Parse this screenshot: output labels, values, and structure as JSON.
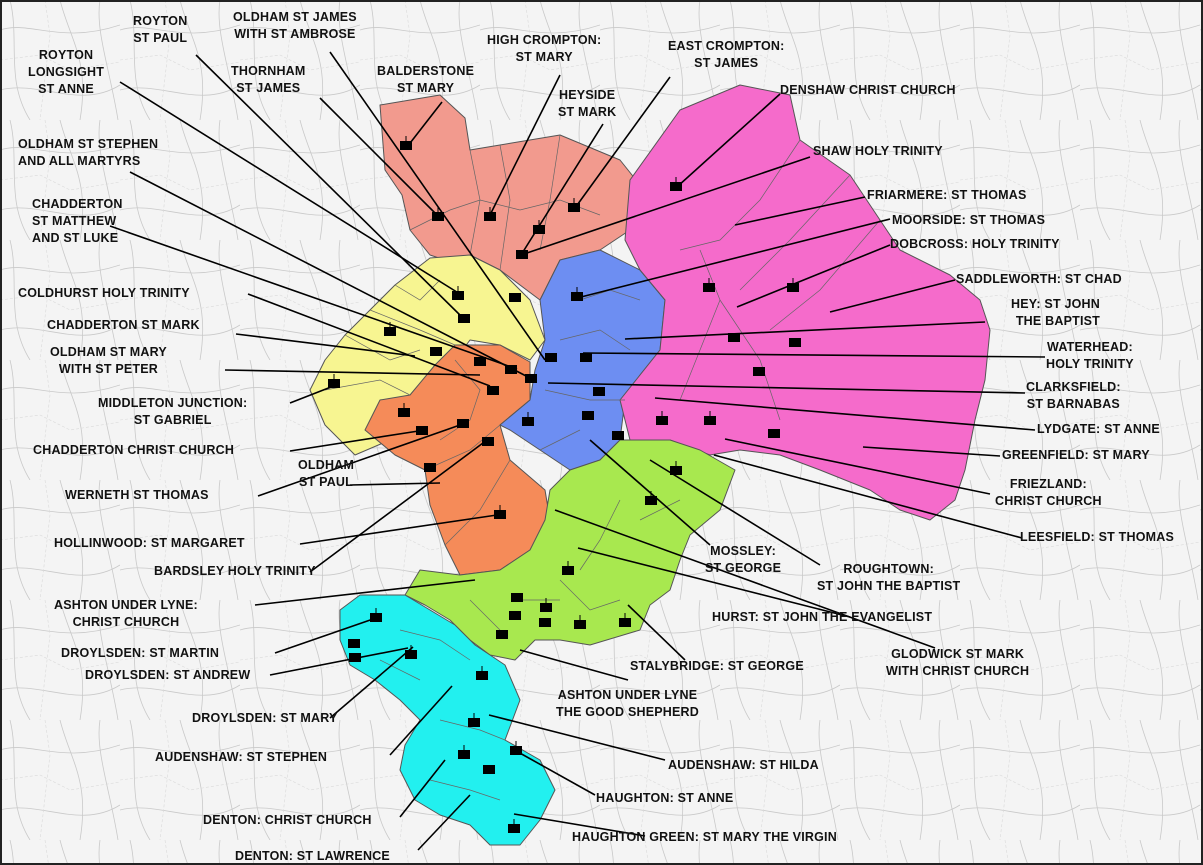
{
  "region_colors": {
    "north": "#f29a8e",
    "west_yellow": "#f7f591",
    "centre_orange": "#f58b59",
    "centre_blue": "#6d8ef2",
    "east_pink": "#f56bcb",
    "south_green": "#a8e84f",
    "south_cyan": "#22f0ef",
    "church_marker": "#000000"
  },
  "labels": {
    "royton_st_paul": [
      "ROYTON",
      "ST PAUL"
    ],
    "oldham_st_james": [
      "OLDHAM ST JAMES",
      "WITH ST AMBROSE"
    ],
    "high_crompton": [
      "HIGH CROMPTON:",
      "ST MARY"
    ],
    "east_crompton": [
      "EAST CROMPTON:",
      "ST JAMES"
    ],
    "royton_longsight": [
      "ROYTON",
      "LONGSIGHT",
      "ST ANNE"
    ],
    "thornham": [
      "THORNHAM",
      "ST JAMES"
    ],
    "balderstone": [
      "BALDERSTONE",
      "ST MARY"
    ],
    "heyside": [
      "HEYSIDE",
      "ST MARK"
    ],
    "denshaw": [
      "DENSHAW CHRIST CHURCH"
    ],
    "oldham_st_stephen": [
      "OLDHAM ST STEPHEN",
      "AND ALL MARTYRS"
    ],
    "shaw": [
      "SHAW HOLY TRINITY"
    ],
    "friarmere": [
      "FRIARMERE: ST THOMAS"
    ],
    "chadderton_st_matthew": [
      "CHADDERTON",
      "ST MATTHEW",
      "AND ST LUKE"
    ],
    "moorside": [
      "MOORSIDE: ST THOMAS"
    ],
    "dobcross": [
      "DOBCROSS: HOLY TRINITY"
    ],
    "saddleworth": [
      "SADDLEWORTH: ST CHAD"
    ],
    "coldhurst": [
      "COLDHURST HOLY TRINITY"
    ],
    "hey": [
      "HEY: ST JOHN",
      "THE BAPTIST"
    ],
    "chadderton_st_mark": [
      "CHADDERTON ST MARK"
    ],
    "waterhead": [
      "WATERHEAD:",
      "HOLY TRINITY"
    ],
    "oldham_st_mary": [
      "OLDHAM ST MARY",
      "WITH ST PETER"
    ],
    "clarksfield": [
      "CLARKSFIELD:",
      "ST BARNABAS"
    ],
    "middleton_junction": [
      "MIDDLETON JUNCTION:",
      "ST GABRIEL"
    ],
    "lydgate": [
      "LYDGATE: ST ANNE"
    ],
    "chadderton_christ_church": [
      "CHADDERTON CHRIST CHURCH"
    ],
    "greenfield": [
      "GREENFIELD: ST MARY"
    ],
    "oldham_st_paul": [
      "OLDHAM",
      "ST PAUL"
    ],
    "werneth": [
      "WERNETH  ST THOMAS"
    ],
    "friezland": [
      "FRIEZLAND:",
      "CHRIST CHURCH"
    ],
    "hollinwood": [
      "HOLLINWOOD: ST MARGARET"
    ],
    "leesfield": [
      "LEESFIELD: ST THOMAS"
    ],
    "mossley": [
      "MOSSLEY:",
      "ST GEORGE"
    ],
    "roughtown": [
      "ROUGHTOWN:",
      "ST JOHN THE BAPTIST"
    ],
    "bardsley": [
      "BARDSLEY HOLY TRINITY"
    ],
    "ashton_christ_church": [
      "ASHTON UNDER LYNE:",
      "CHRIST CHURCH"
    ],
    "hurst": [
      "HURST: ST JOHN THE EVANGELIST"
    ],
    "droylsden_st_martin": [
      "DROYLSDEN: ST MARTIN"
    ],
    "glodwick": [
      "GLODWICK ST MARK",
      "WITH CHRIST CHURCH"
    ],
    "droylsden_st_andrew": [
      "DROYLSDEN: ST ANDREW"
    ],
    "stalybridge": [
      "STALYBRIDGE: ST GEORGE"
    ],
    "ashton_good_shepherd": [
      "ASHTON UNDER LYNE",
      "THE GOOD SHEPHERD"
    ],
    "droylsden_st_mary": [
      "DROYLSDEN: ST MARY"
    ],
    "audenshaw_st_stephen": [
      "AUDENSHAW: ST STEPHEN"
    ],
    "audenshaw_st_hilda": [
      "AUDENSHAW: ST HILDA"
    ],
    "haughton_st_anne": [
      "HAUGHTON: ST ANNE"
    ],
    "denton_christ_church": [
      "DENTON: CHRIST CHURCH"
    ],
    "haughton_green": [
      "HAUGHTON GREEN: ST MARY THE VIRGIN"
    ],
    "denton_st_lawrence": [
      "DENTON: ST LAWRENCE"
    ]
  }
}
